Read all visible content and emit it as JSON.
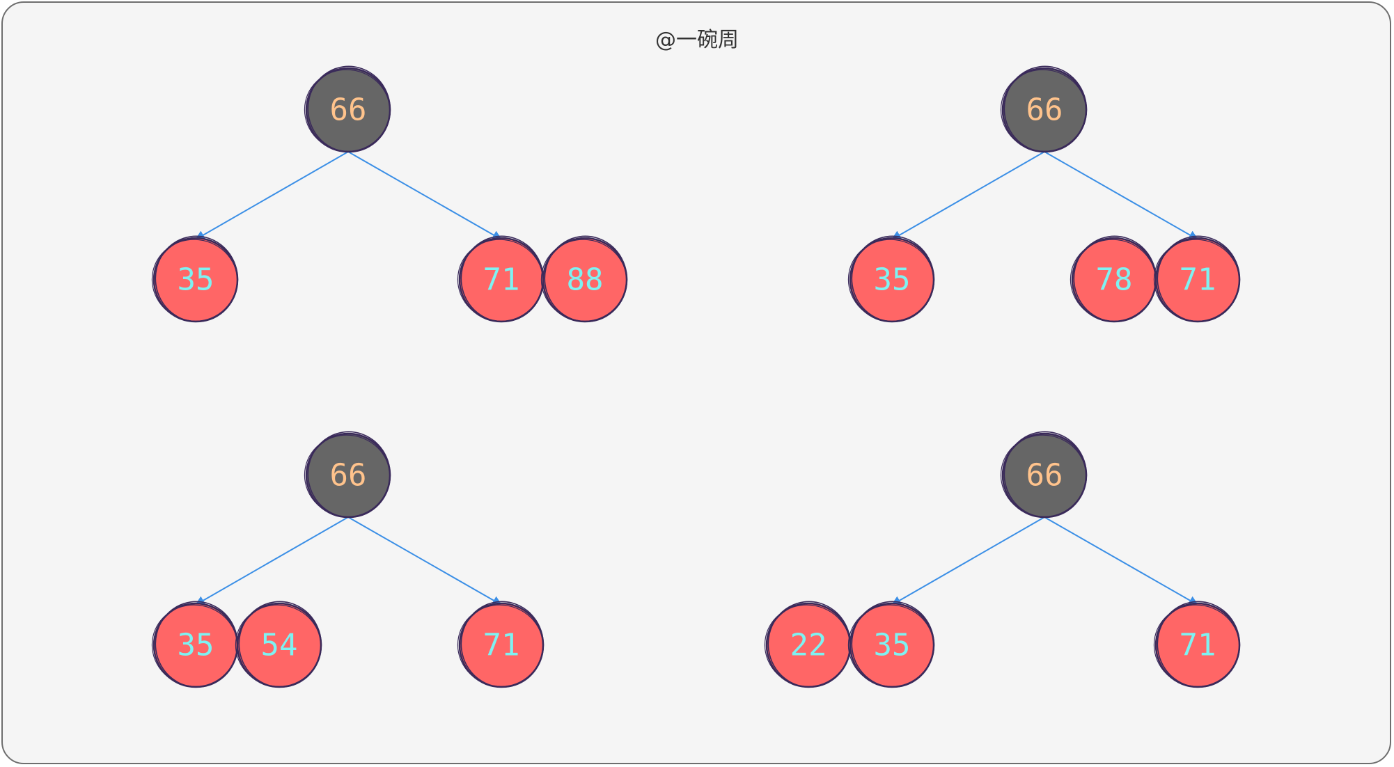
{
  "watermark": "@一碗周",
  "colors": {
    "background": "#f5f5f5",
    "border": "#6e6e6e",
    "black_node_fill": "#666666",
    "black_node_text": "#ffc38c",
    "red_node_fill": "#ff6666",
    "red_node_text": "#7ef2f2",
    "node_outline": "#3a2a5a",
    "edge": "#3b8fe6"
  },
  "trees": [
    {
      "root": "66",
      "left": [
        "35"
      ],
      "right": [
        "71",
        "88"
      ]
    },
    {
      "root": "66",
      "left": [
        "35"
      ],
      "right": [
        "78",
        "71"
      ]
    },
    {
      "root": "66",
      "left": [
        "35",
        "54"
      ],
      "right": [
        "71"
      ]
    },
    {
      "root": "66",
      "left": [
        "22",
        "35"
      ],
      "right": [
        "71"
      ]
    }
  ]
}
